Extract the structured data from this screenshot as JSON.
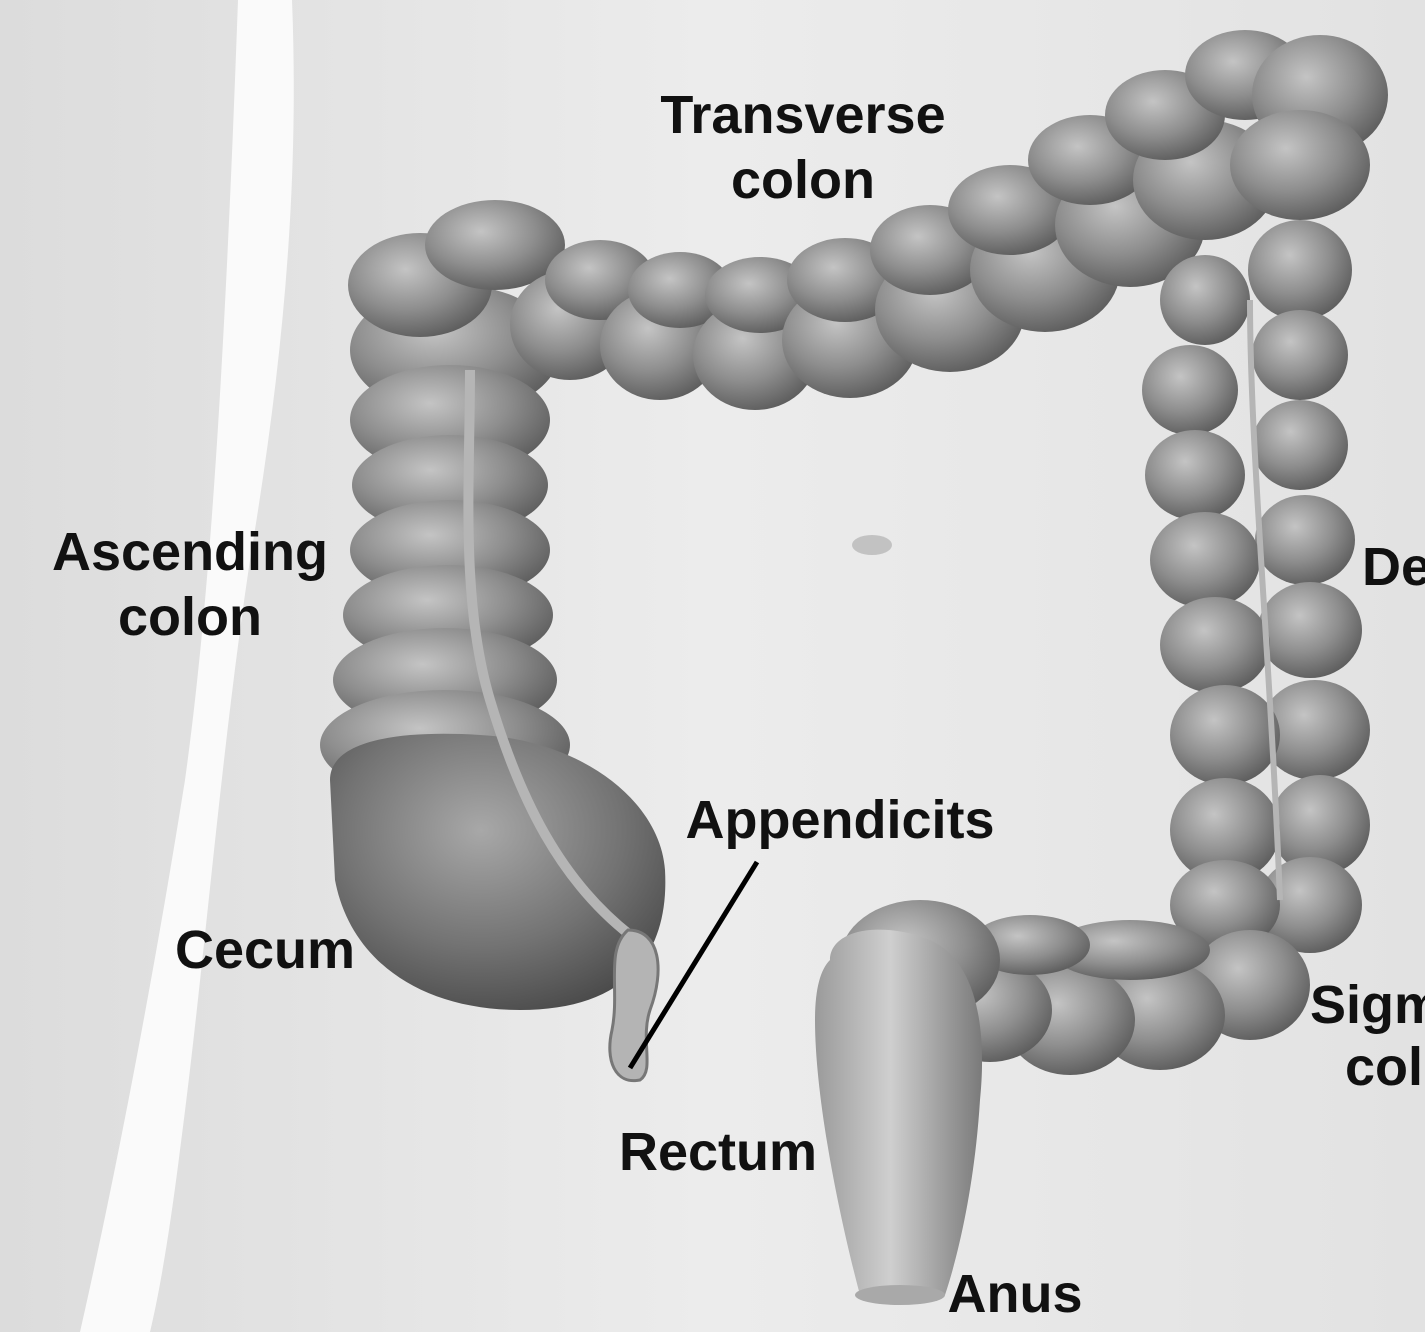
{
  "labels": {
    "transverse_line1": "Transverse",
    "transverse_line2": "colon",
    "ascending_line1": "Ascending",
    "ascending_line2": "colon",
    "descending_partial": "De",
    "appendicits": "Appendicits",
    "cecum": "Cecum",
    "sigmoid_line1_partial": "Sigm",
    "sigmoid_line2_partial": "col",
    "rectum": "Rectum",
    "anus": "Anus"
  },
  "colors": {
    "background_skin": "#e6e6e6",
    "side_light": "#fafafa",
    "colon_body": "#8c8c8c",
    "colon_light": "#b9b9b9",
    "colon_dark": "#555555",
    "label_text": "#111111"
  }
}
